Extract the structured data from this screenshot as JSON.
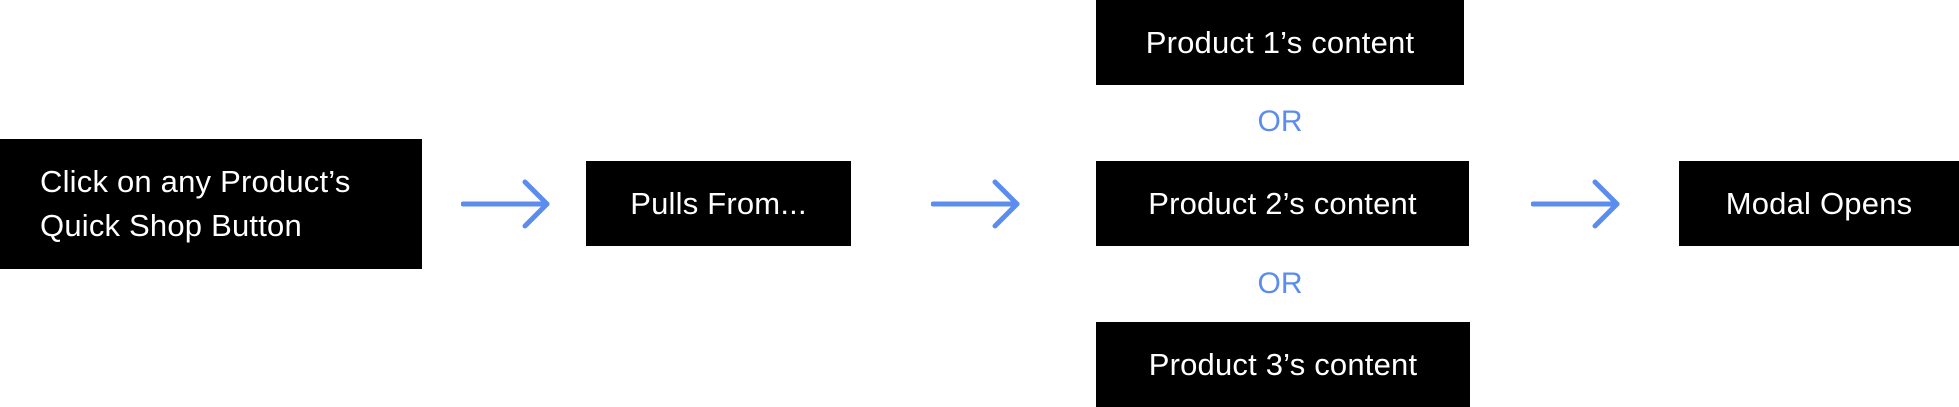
{
  "colors": {
    "box_background": "#000000",
    "box_text": "#ffffff",
    "accent": "#5b8def"
  },
  "diagram": {
    "start": {
      "line1": "Click on any Product’s",
      "line2": "Quick Shop Button"
    },
    "pulls_from": "Pulls From...",
    "products": [
      "Product 1’s content",
      "Product 2’s content",
      "Product 3’s content"
    ],
    "or_labels": [
      "OR",
      "OR"
    ],
    "end": "Modal Opens"
  }
}
